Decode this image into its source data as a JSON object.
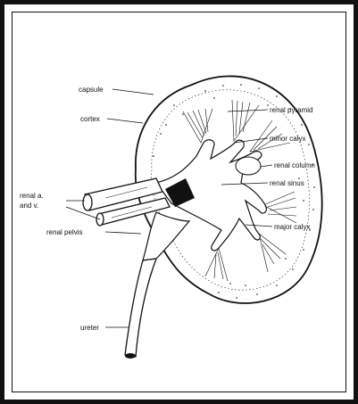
{
  "labels": {
    "capsule": "capsule",
    "cortex": "cortex",
    "renal_pyramid": "renal pyramid",
    "minor_calyx": "minor calyx",
    "renal_column": "renal column",
    "renal_sinus": "renal sinus",
    "renal_av_line1": "renal a.",
    "renal_av_line2": "and v.",
    "renal_pelvis": "renal pelvis",
    "major_calyx": "major calyx",
    "ureter": "ureter"
  },
  "colors": {
    "ink": "#111111",
    "paper": "#ffffff"
  }
}
